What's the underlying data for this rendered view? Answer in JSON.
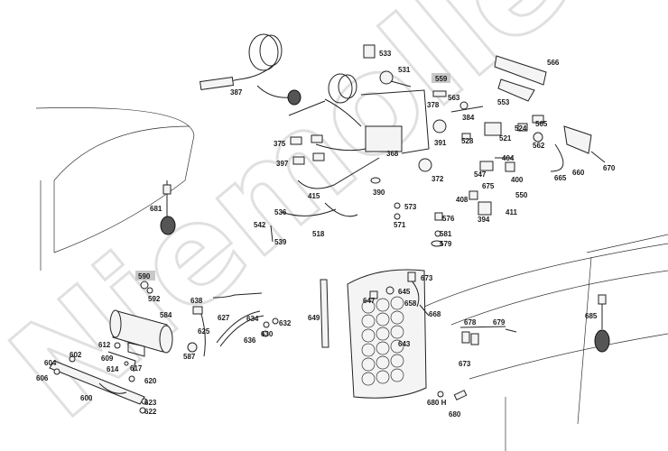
{
  "watermark": "Niemoller",
  "highlight_color": "#c8c8c8",
  "labels": [
    {
      "id": "533",
      "text": "533"
    },
    {
      "id": "566",
      "text": "566"
    },
    {
      "id": "531",
      "text": "531"
    },
    {
      "id": "559",
      "text": "559",
      "hl": true
    },
    {
      "id": "563",
      "text": "563"
    },
    {
      "id": "378",
      "text": "378"
    },
    {
      "id": "384",
      "text": "384"
    },
    {
      "id": "553",
      "text": "553"
    },
    {
      "id": "387",
      "text": "387"
    },
    {
      "id": "565",
      "text": "565"
    },
    {
      "id": "524",
      "text": "524"
    },
    {
      "id": "521",
      "text": "521"
    },
    {
      "id": "528",
      "text": "528"
    },
    {
      "id": "391",
      "text": "391"
    },
    {
      "id": "562",
      "text": "562"
    },
    {
      "id": "375",
      "text": "375"
    },
    {
      "id": "368",
      "text": "368"
    },
    {
      "id": "397",
      "text": "397"
    },
    {
      "id": "372",
      "text": "372"
    },
    {
      "id": "404",
      "text": "404"
    },
    {
      "id": "547",
      "text": "547"
    },
    {
      "id": "400",
      "text": "400"
    },
    {
      "id": "660",
      "text": "660"
    },
    {
      "id": "665",
      "text": "665"
    },
    {
      "id": "670",
      "text": "670"
    },
    {
      "id": "675",
      "text": "675"
    },
    {
      "id": "550",
      "text": "550"
    },
    {
      "id": "390",
      "text": "390"
    },
    {
      "id": "415",
      "text": "415"
    },
    {
      "id": "408",
      "text": "408"
    },
    {
      "id": "411",
      "text": "411"
    },
    {
      "id": "394",
      "text": "394"
    },
    {
      "id": "573",
      "text": "573"
    },
    {
      "id": "576",
      "text": "576"
    },
    {
      "id": "681",
      "text": "681"
    },
    {
      "id": "536",
      "text": "536"
    },
    {
      "id": "571",
      "text": "571"
    },
    {
      "id": "542",
      "text": "542"
    },
    {
      "id": "518",
      "text": "518"
    },
    {
      "id": "581",
      "text": "581"
    },
    {
      "id": "539",
      "text": "539"
    },
    {
      "id": "579",
      "text": "579"
    },
    {
      "id": "590",
      "text": "590",
      "hl": true
    },
    {
      "id": "673a",
      "text": "673"
    },
    {
      "id": "592",
      "text": "592"
    },
    {
      "id": "645",
      "text": "645"
    },
    {
      "id": "647",
      "text": "647"
    },
    {
      "id": "638",
      "text": "638"
    },
    {
      "id": "658",
      "text": "658"
    },
    {
      "id": "584",
      "text": "584"
    },
    {
      "id": "649",
      "text": "649"
    },
    {
      "id": "668",
      "text": "668"
    },
    {
      "id": "627",
      "text": "627"
    },
    {
      "id": "634",
      "text": "634"
    },
    {
      "id": "632",
      "text": "632"
    },
    {
      "id": "685",
      "text": "685"
    },
    {
      "id": "678",
      "text": "678"
    },
    {
      "id": "679",
      "text": "679"
    },
    {
      "id": "625",
      "text": "625"
    },
    {
      "id": "630",
      "text": "630"
    },
    {
      "id": "636",
      "text": "636"
    },
    {
      "id": "612",
      "text": "612"
    },
    {
      "id": "643",
      "text": "643"
    },
    {
      "id": "587",
      "text": "587"
    },
    {
      "id": "602",
      "text": "602"
    },
    {
      "id": "609",
      "text": "609"
    },
    {
      "id": "673b",
      "text": "673"
    },
    {
      "id": "604",
      "text": "604"
    },
    {
      "id": "614",
      "text": "614"
    },
    {
      "id": "617",
      "text": "617"
    },
    {
      "id": "606",
      "text": "606"
    },
    {
      "id": "620",
      "text": "620"
    },
    {
      "id": "600",
      "text": "600"
    },
    {
      "id": "623",
      "text": "623"
    },
    {
      "id": "622",
      "text": "622"
    },
    {
      "id": "680H",
      "text": "680 H"
    },
    {
      "id": "680",
      "text": "680"
    }
  ]
}
